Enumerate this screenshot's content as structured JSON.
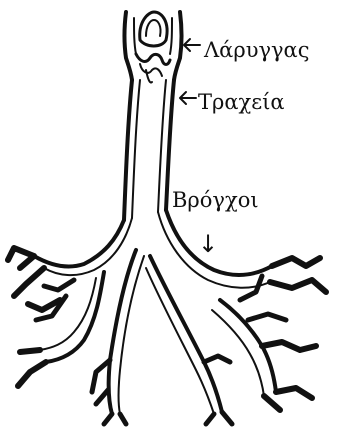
{
  "labels": {
    "larynx": "Λάρυγγας",
    "trachea": "Τραχεία",
    "bronchi": "Βρόγχοι"
  },
  "icons": {
    "left_arrow": "←",
    "down_arrow": "↓"
  },
  "colors": {
    "ink": "#111111",
    "background": "#ffffff"
  }
}
